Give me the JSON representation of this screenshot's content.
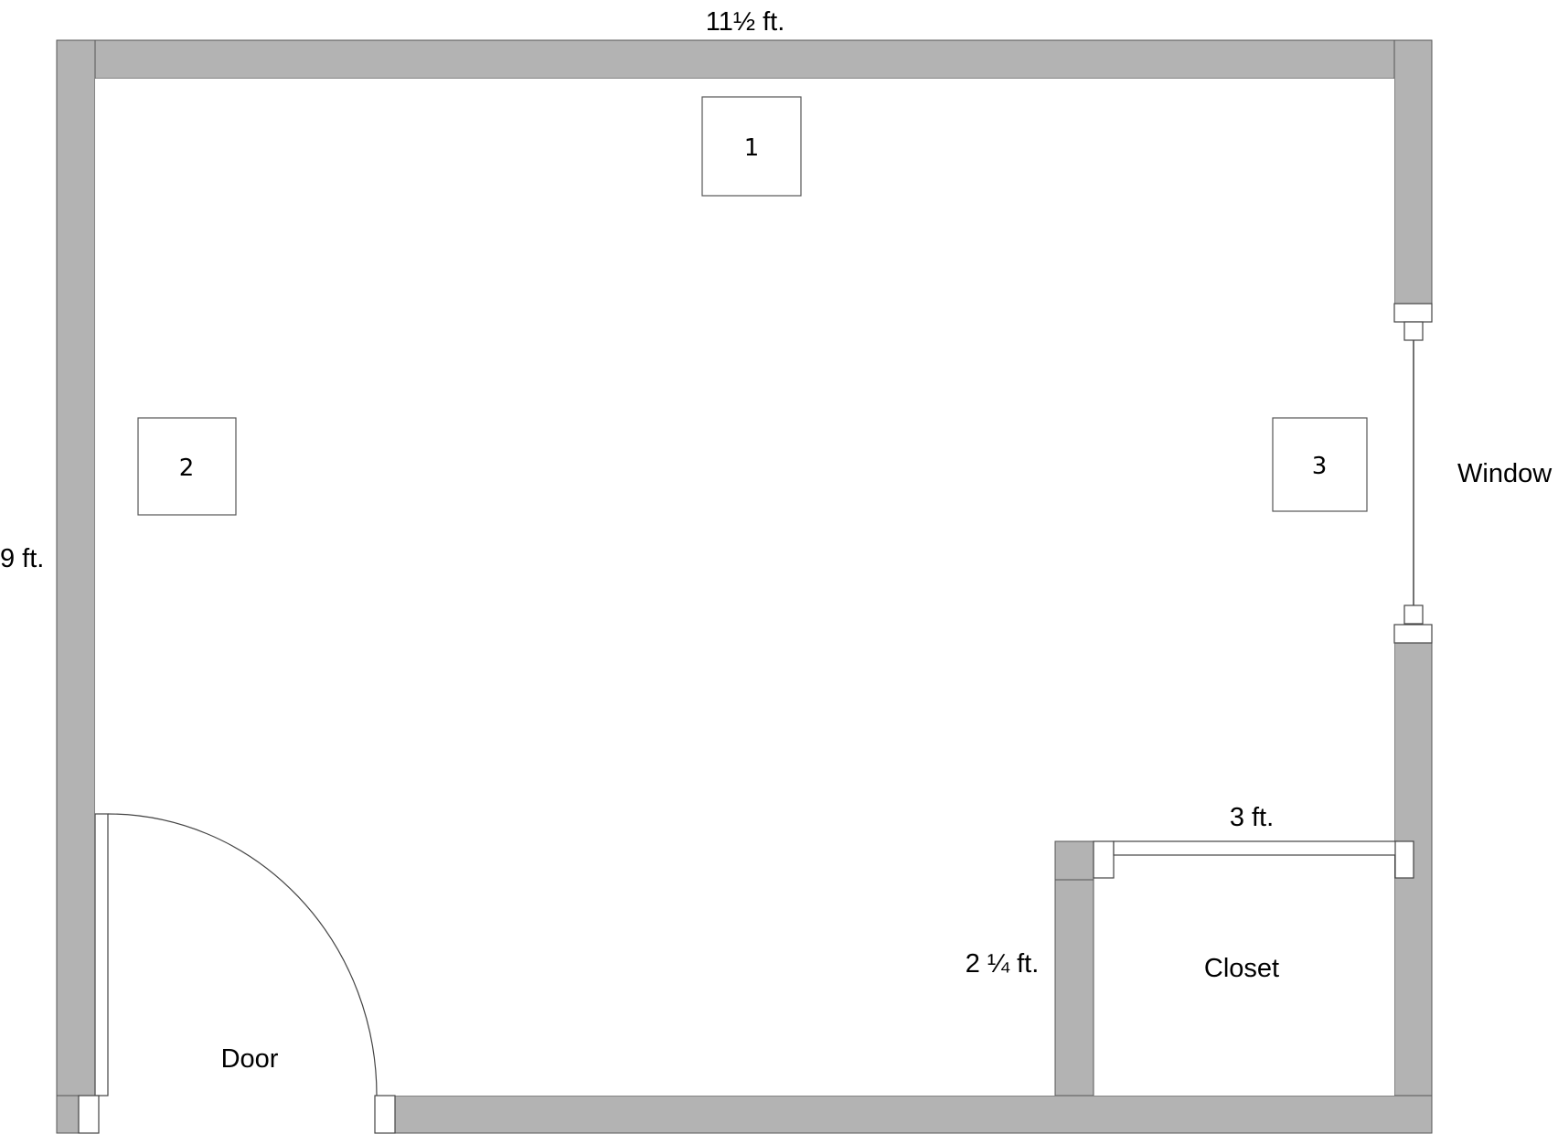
{
  "dimensions": {
    "top_width": "11½ ft.",
    "left_height": "9 ft.",
    "closet_width": "3 ft.",
    "closet_depth": "2 ¼ ft."
  },
  "labels": {
    "window": "Window",
    "closet": "Closet",
    "door": "Door"
  },
  "markers": [
    "1",
    "2",
    "3"
  ],
  "colors": {
    "wall_fill": "#b3b3b3",
    "line": "#555555",
    "background": "#ffffff"
  }
}
